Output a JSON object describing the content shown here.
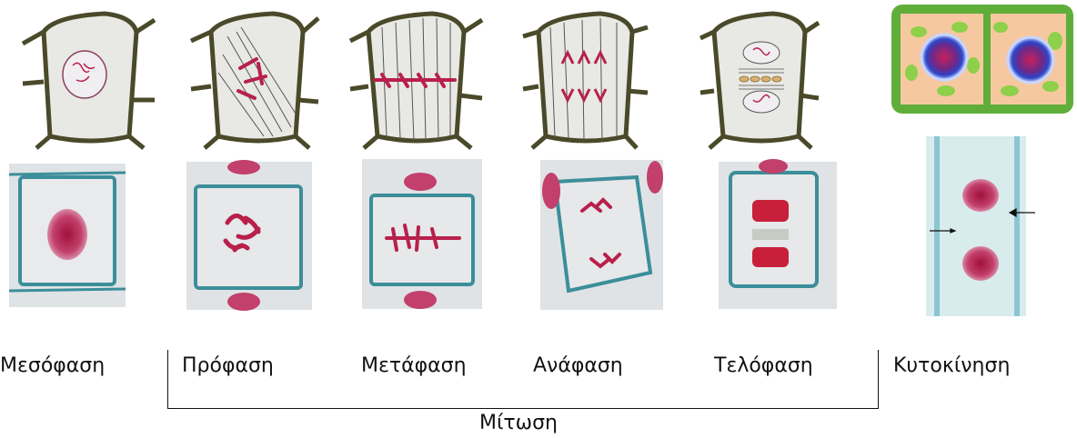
{
  "phases": [
    {
      "id": "interphase",
      "label": "Μεσόφαση"
    },
    {
      "id": "prophase",
      "label": "Πρόφαση"
    },
    {
      "id": "metaphase",
      "label": "Μετάφαση"
    },
    {
      "id": "anaphase",
      "label": "Ανάφαση"
    },
    {
      "id": "telophase",
      "label": "Τελόφαση"
    },
    {
      "id": "cytokinesis",
      "label": "Κυτοκίνηση"
    }
  ],
  "group_label": "Μίτωση",
  "colors": {
    "cell_wall": "#4a4a2a",
    "cytoplasm": "#e8e8e4",
    "chromosome": "#b8204a",
    "micro_bg": "#dfe3e6",
    "micro_wall": "#3b8e9a",
    "stain": "#c2406b",
    "plant_green": "#5fae3a",
    "plant_cyto": "#f6c8a0",
    "chloroplast": "#8ed04a",
    "nucleus_blue": "#2d45c8"
  }
}
